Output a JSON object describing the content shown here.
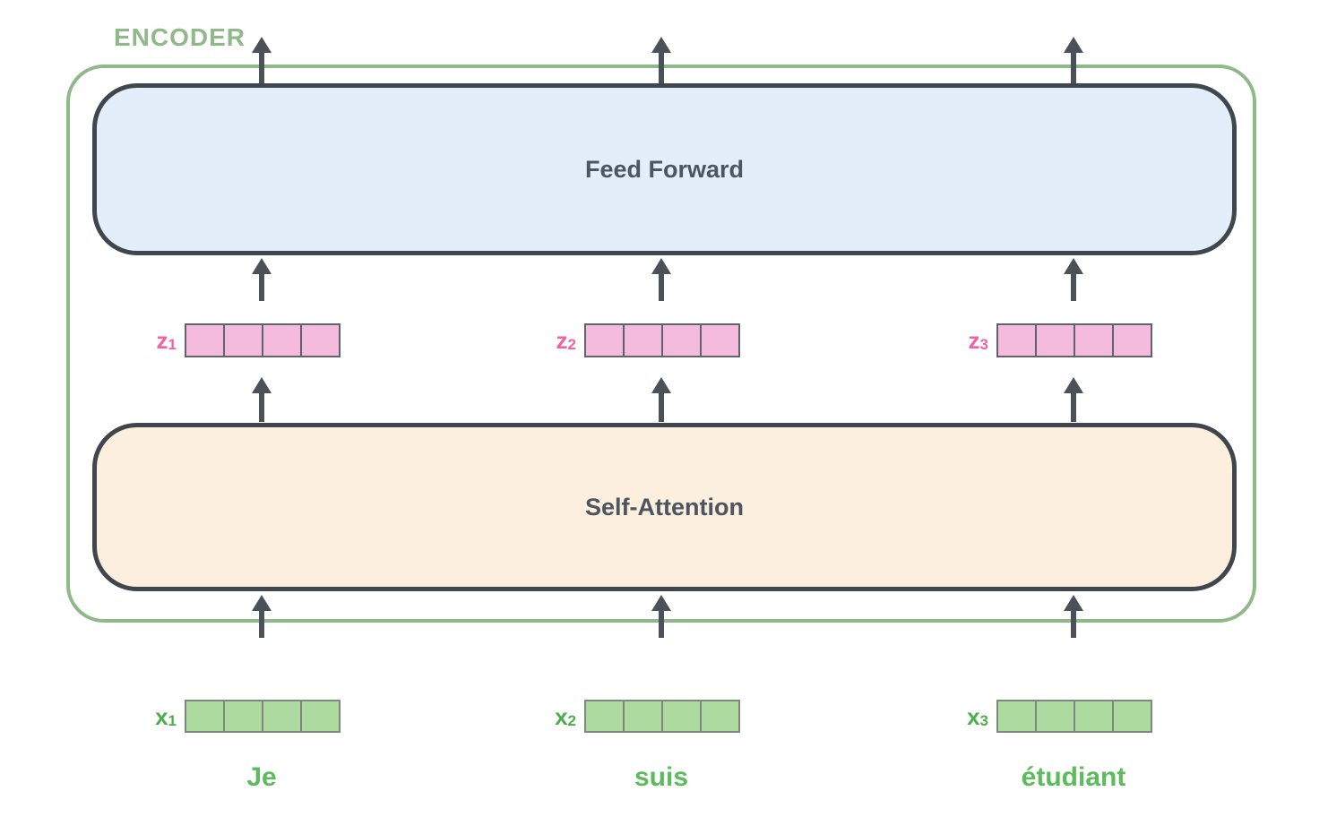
{
  "encoder_label": "ENCODER",
  "blocks": {
    "feed_forward": "Feed Forward",
    "self_attention": "Self-Attention"
  },
  "columns": [
    {
      "word": "Je",
      "input_base": "x",
      "input_sub": "1",
      "output_base": "z",
      "output_sub": "1"
    },
    {
      "word": "suis",
      "input_base": "x",
      "input_sub": "2",
      "output_base": "z",
      "output_sub": "2"
    },
    {
      "word": "étudiant",
      "input_base": "x",
      "input_sub": "3",
      "output_base": "z",
      "output_sub": "3"
    }
  ],
  "vector_cell_count": 4,
  "colors": {
    "encoder_green": "#90B989",
    "block_border": "#3F464E",
    "block_text": "#4C5560",
    "arrow_slate": "#4A5158",
    "feed_forward_fill": "#E4EDFA",
    "self_attention_fill": "#FCEFDD",
    "z_label_pink": "#F060A5",
    "z_cell_fill": "#F5BBDC",
    "x_label_green": "#4DAE4D",
    "x_cell_fill": "#ADDB9F",
    "word_green": "#5CBB5C"
  }
}
